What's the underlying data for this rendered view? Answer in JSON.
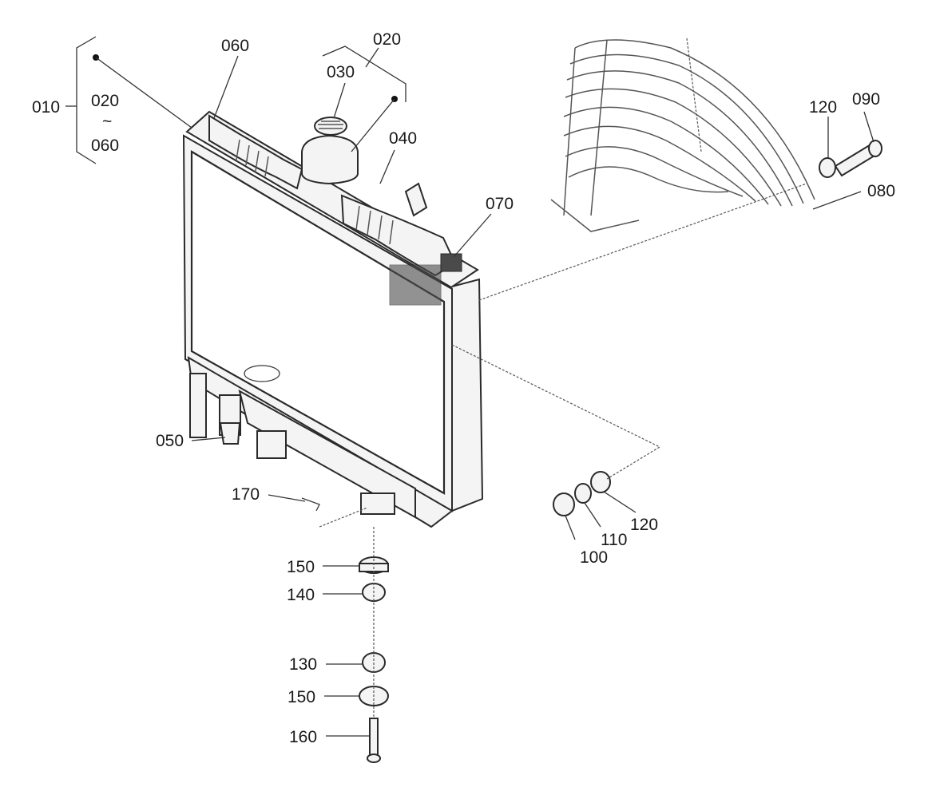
{
  "diagram": {
    "labels": {
      "l010": "010",
      "l020_range_start": "020",
      "l020_range_tilde": "~",
      "l060_range_end": "060",
      "l020_cap_group": "020",
      "l030": "030",
      "l040": "040",
      "l050": "050",
      "l060": "060",
      "l070": "070",
      "l080": "080",
      "l090": "090",
      "l100": "100",
      "l110": "110",
      "l120_top": "120",
      "l120_bottom": "120",
      "l130": "130",
      "l140": "140",
      "l150_top": "150",
      "l150_bottom": "150",
      "l160": "160",
      "l170": "170"
    }
  }
}
